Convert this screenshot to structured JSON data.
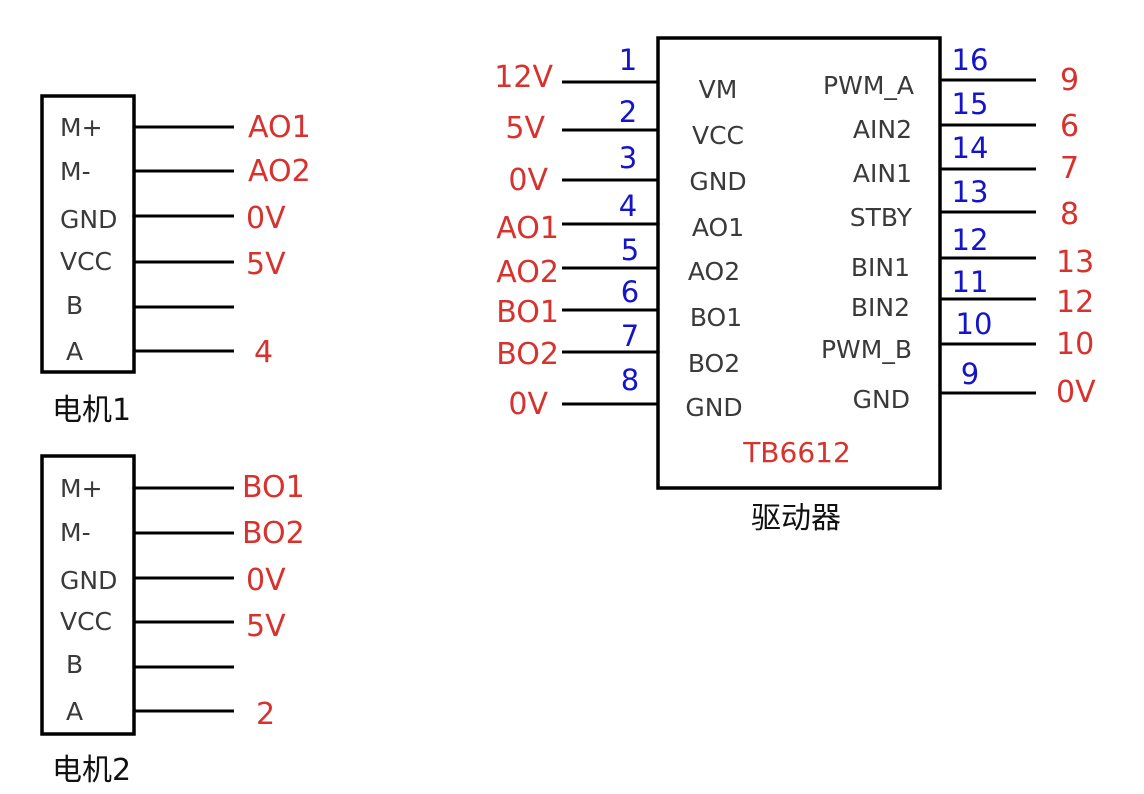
{
  "motor1": {
    "caption": "电机1",
    "pins": [
      {
        "name": "M+",
        "signal": "AO1"
      },
      {
        "name": "M-",
        "signal": "AO2"
      },
      {
        "name": "GND",
        "signal": "0V"
      },
      {
        "name": "VCC",
        "signal": "5V"
      },
      {
        "name": "B",
        "signal": ""
      },
      {
        "name": "A",
        "signal": "4"
      }
    ]
  },
  "motor2": {
    "caption": "电机2",
    "pins": [
      {
        "name": "M+",
        "signal": "BO1"
      },
      {
        "name": "M-",
        "signal": "BO2"
      },
      {
        "name": "GND",
        "signal": "0V"
      },
      {
        "name": "VCC",
        "signal": "5V"
      },
      {
        "name": "B",
        "signal": ""
      },
      {
        "name": "A",
        "signal": "2"
      }
    ]
  },
  "driver": {
    "caption": "驱动器",
    "chip_name": "TB6612",
    "left_pins": [
      {
        "num": "1",
        "name": "VM",
        "signal": "12V"
      },
      {
        "num": "2",
        "name": "VCC",
        "signal": "5V"
      },
      {
        "num": "3",
        "name": "GND",
        "signal": "0V"
      },
      {
        "num": "4",
        "name": "AO1",
        "signal": "AO1"
      },
      {
        "num": "5",
        "name": "AO2",
        "signal": "AO2"
      },
      {
        "num": "6",
        "name": "BO1",
        "signal": "BO1"
      },
      {
        "num": "7",
        "name": "BO2",
        "signal": "BO2"
      },
      {
        "num": "8",
        "name": "GND",
        "signal": "0V"
      }
    ],
    "right_pins": [
      {
        "num": "16",
        "name": "PWM_A",
        "signal": "9"
      },
      {
        "num": "15",
        "name": "AIN2",
        "signal": "6"
      },
      {
        "num": "14",
        "name": "AIN1",
        "signal": "7"
      },
      {
        "num": "13",
        "name": "STBY",
        "signal": "8"
      },
      {
        "num": "12",
        "name": "BIN1",
        "signal": "13"
      },
      {
        "num": "11",
        "name": "BIN2",
        "signal": "12"
      },
      {
        "num": "10",
        "name": "PWM_B",
        "signal": "10"
      },
      {
        "num": "9",
        "name": "GND",
        "signal": "0V"
      }
    ]
  },
  "colors": {
    "signal": "#d8322e",
    "pin_number": "#1414c8",
    "pin_name": "#3a3a3a"
  }
}
